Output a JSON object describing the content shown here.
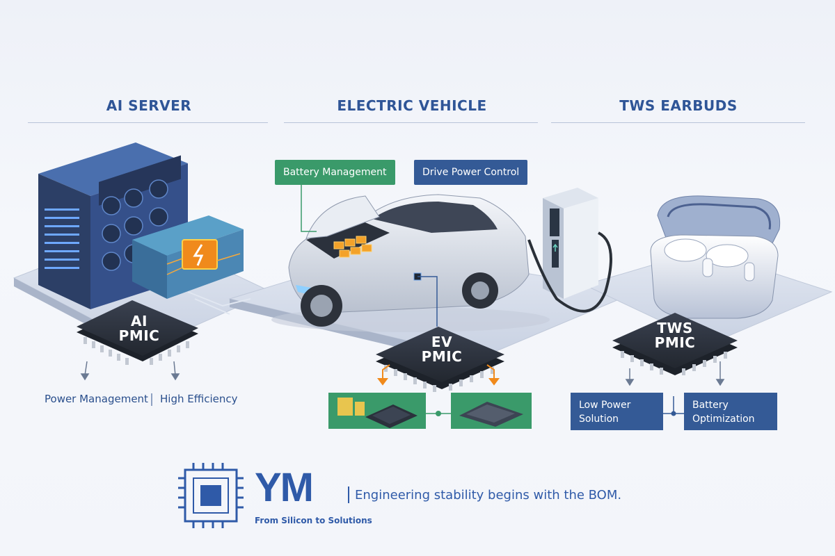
{
  "sections": {
    "ai_server": {
      "title": "AI SERVER",
      "chip": {
        "line1": "AI",
        "line2": "PMIC"
      },
      "features": [
        "Power Management",
        "High Efficiency"
      ]
    },
    "electric_vehicle": {
      "title": "ELECTRIC VEHICLE",
      "tags": [
        "Battery Management",
        "Drive Power Control"
      ],
      "chip": {
        "line1": "EV",
        "line2": "PMIC"
      }
    },
    "tws_earbuds": {
      "title": "TWS EARBUDS",
      "chip": {
        "line1": "TWS",
        "line2": "PMIC"
      },
      "boxes": [
        "Low Power Solution",
        "Battery Optimization"
      ]
    }
  },
  "brand": {
    "name": "YM",
    "subtitle": "From Silicon to Solutions",
    "slogan": "Engineering stability begins with the BOM."
  },
  "colors": {
    "primary_blue": "#345a96",
    "title_blue": "#2f5597",
    "green": "#3a9a6a",
    "chip_dark": "#2d3340",
    "accent_orange": "#f08a1c"
  }
}
